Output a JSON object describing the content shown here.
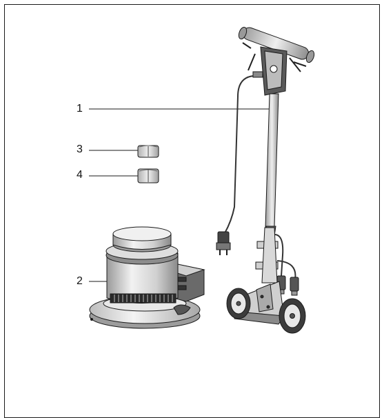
{
  "callouts": [
    {
      "id": "1"
    },
    {
      "id": "2"
    },
    {
      "id": "3"
    },
    {
      "id": "4"
    }
  ],
  "colors": {
    "line": "#1a1a1a",
    "metal_light": "#e6e6e6",
    "metal_mid": "#b5b5b5",
    "metal_dark": "#555555"
  }
}
